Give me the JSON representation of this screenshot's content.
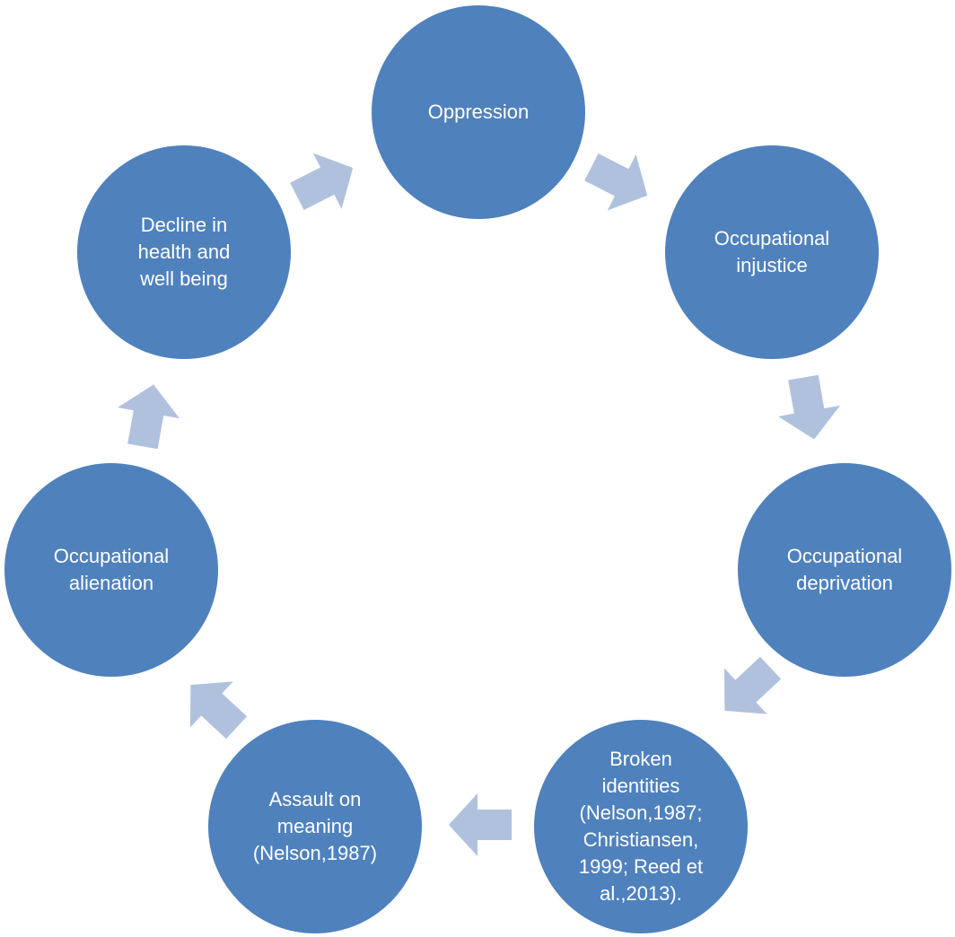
{
  "diagram": {
    "type": "cycle",
    "colors": {
      "node_fill": "#4f81bd",
      "arrow_fill": "#b0c1dd",
      "text": "#ffffff",
      "background": "#ffffff"
    },
    "nodes": [
      {
        "id": "oppression",
        "label": "Oppression"
      },
      {
        "id": "occupational-injustice",
        "label": "Occupational\ninjustice"
      },
      {
        "id": "occupational-deprivation",
        "label": "Occupational\ndeprivation"
      },
      {
        "id": "broken-identities",
        "label": "Broken\nidentities\n(Nelson,1987;\nChristiansen,\n1999; Reed et\nal.,2013)."
      },
      {
        "id": "assault-on-meaning",
        "label": "Assault on\nmeaning\n(Nelson,1987)"
      },
      {
        "id": "occupational-alienation",
        "label": "Occupational\nalienation"
      },
      {
        "id": "decline-in-health",
        "label": "Decline in\nhealth and\nwell being"
      }
    ],
    "edges": [
      {
        "from": "oppression",
        "to": "occupational-injustice"
      },
      {
        "from": "occupational-injustice",
        "to": "occupational-deprivation"
      },
      {
        "from": "occupational-deprivation",
        "to": "broken-identities"
      },
      {
        "from": "broken-identities",
        "to": "assault-on-meaning"
      },
      {
        "from": "assault-on-meaning",
        "to": "occupational-alienation"
      },
      {
        "from": "occupational-alienation",
        "to": "decline-in-health"
      },
      {
        "from": "decline-in-health",
        "to": "oppression"
      }
    ]
  }
}
